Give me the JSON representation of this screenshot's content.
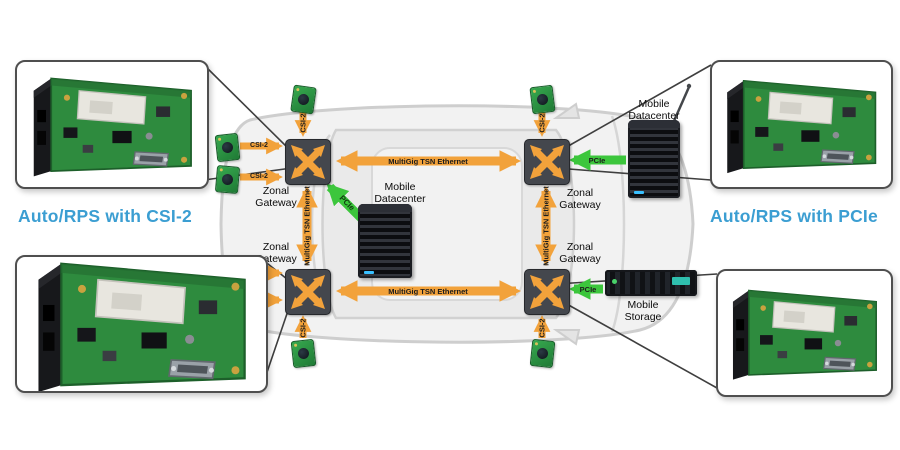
{
  "headings": {
    "left": "Auto/RPS with CSI-2",
    "right": "Auto/RPS with PCIe"
  },
  "labels": {
    "zonal_gateway": "Zonal Gateway",
    "mobile_datacenter": "Mobile Datacenter",
    "mobile_storage": "Mobile Storage",
    "multigig_tsn": "MultiGig TSN Ethernet",
    "pcie": "PCIe",
    "csi2": "CSI-2"
  },
  "colors": {
    "ethernet_orange": "#F2A23B",
    "pcie_green": "#3CC63C",
    "heading_blue": "#3B9ED2",
    "gateway_gray": "#44474D",
    "sensor_green": "#2F9E4C"
  },
  "icons": {
    "zonal_gateway": "cross-arrows-switch",
    "camera_sensor": "green-camera-sensor-board",
    "server_tower": "black-server-tower",
    "storage_unit": "rack-storage-unit",
    "car": "car-top-view-silhouette",
    "board_photo": "auto-rps-embedded-board"
  }
}
